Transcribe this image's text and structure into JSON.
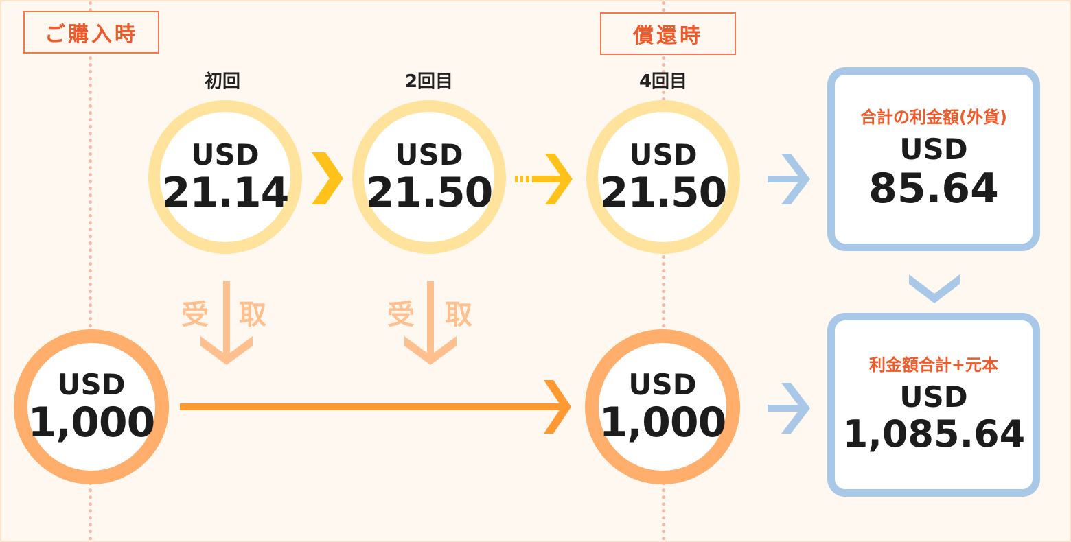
{
  "tags": {
    "purchase": "ご購入時",
    "redemption": "償還時"
  },
  "rounds": [
    {
      "label": "初回",
      "currency": "USD",
      "amount": "21.14"
    },
    {
      "label": "2回目",
      "currency": "USD",
      "amount": "21.50"
    },
    {
      "label": "4回目",
      "currency": "USD",
      "amount": "21.50"
    }
  ],
  "principal": {
    "start": {
      "currency": "USD",
      "amount": "1,000"
    },
    "end": {
      "currency": "USD",
      "amount": "1,000"
    }
  },
  "receive": {
    "left": "受",
    "right": "取"
  },
  "results": {
    "interest_total": {
      "title": "合計の利金額(外貨)",
      "currency": "USD",
      "amount": "85.64"
    },
    "grand_total": {
      "title": "利金額合計+元本",
      "currency": "USD",
      "amount": "1,085.64"
    }
  },
  "colors": {
    "accent_red": "#f05a2a",
    "coin_yellow": "#ffe39d",
    "coin_orange": "#ffae6b",
    "arrow_yellow": "#ffc21a",
    "arrow_orange": "#ff9a33",
    "arrow_blue": "#a9c7e6",
    "background": "#fff8f0"
  }
}
